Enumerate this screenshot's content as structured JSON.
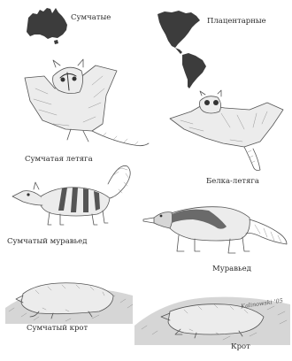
{
  "labels": {
    "marsupials": "Сумчатые",
    "placentals": "Плацентарные",
    "marsupial_glider": "Сумчатая летяга",
    "flying_squirrel": "Белка-летяга",
    "marsupial_anteater": "Сумчатый муравьед",
    "anteater": "Муравьед",
    "marsupial_mole": "Сумчатый крот",
    "mole": "Крот"
  },
  "signature": "Kalinowski '05",
  "colors": {
    "map_fill": "#3c3c3c",
    "sketch_stroke": "#555555",
    "label_text": "#2a2a2a"
  },
  "icons": {
    "australia": "australia-map-icon",
    "americas": "americas-map-icon"
  }
}
